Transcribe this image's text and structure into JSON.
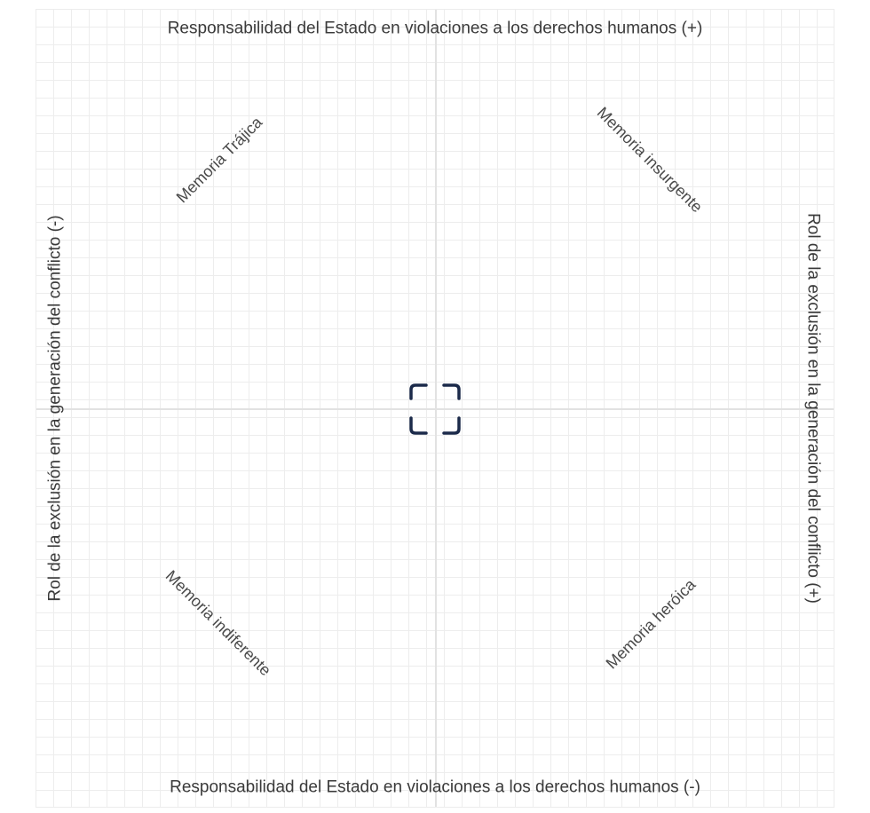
{
  "axes": {
    "top": "Responsabilidad del Estado en violaciones a los derechos humanos (+)",
    "bottom": "Responsabilidad del Estado en violaciones a los derechos humanos (-)",
    "left": "Rol de la exclusión en la generación del conflicto (-)",
    "right": "Rol de la exclusión en la generación del conflicto (+)"
  },
  "quadrants": {
    "top_left": "Memoria Trájica",
    "top_right": "Memoria insurgente",
    "bottom_left": "Memoria indiferente",
    "bottom_right": "Memoria heróica"
  },
  "icons": {
    "center": "focus-frame-icon"
  },
  "colors": {
    "grid": "#ededed",
    "text": "#3a3a3a",
    "icon": "#1b2a4a"
  }
}
